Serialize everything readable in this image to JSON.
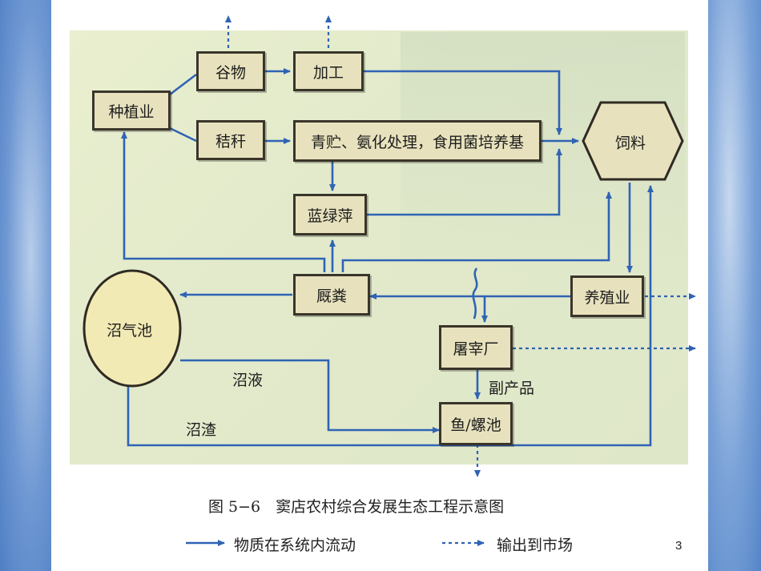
{
  "diagram": {
    "nodes": {
      "zhongzhiye": "种植业",
      "guwu": "谷物",
      "jiagong": "加工",
      "jiegan": "秸秆",
      "qingzhu": "青贮、氨化处理，食用菌培养基",
      "siliao": "饲料",
      "lanlvping": "蓝绿萍",
      "zhaoqichi": "沼气池",
      "jifen": "厩粪",
      "yangzhiye": "养殖业",
      "tuzaichang": "屠宰厂",
      "yuluochi": "鱼/螺池"
    },
    "edge_labels": {
      "zhaoye_1": "沼液",
      "zhaoye_2": "沼渣",
      "fuchanpin": "副产品"
    },
    "caption": "图 5−6　窦店农村综合发展生态工程示意图",
    "legend": {
      "solid": "物质在系统内流动",
      "dashed": "输出到市场"
    },
    "colors": {
      "arrow": "#2f63b4",
      "box_fill": "#e7e2bd",
      "box_border": "#3a352a",
      "node_fill": "#f2eab4"
    }
  },
  "page_number": "3"
}
